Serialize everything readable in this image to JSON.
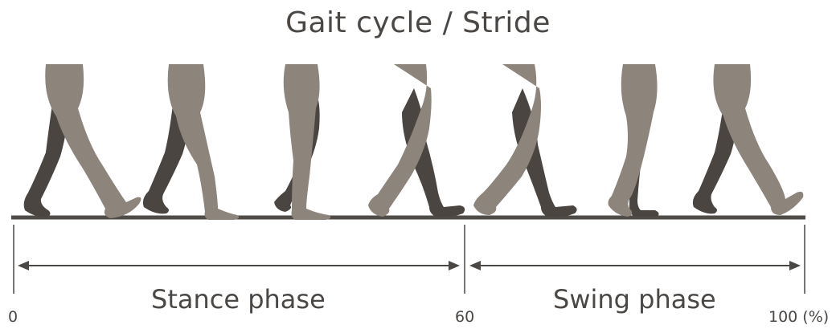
{
  "title": "Gait cycle / Stride",
  "phases": [
    {
      "label": "Stance phase"
    },
    {
      "label": "Swing phase"
    }
  ],
  "ticks": [
    {
      "label": "0"
    },
    {
      "label": "60"
    },
    {
      "label": "100 (%)"
    }
  ],
  "figure_count": 7,
  "colors": {
    "ground": "#4f4b47",
    "near_leg": "#8d857c",
    "far_leg": "#4a4541",
    "text": "#4a4745",
    "arrow": "#4a4745"
  }
}
